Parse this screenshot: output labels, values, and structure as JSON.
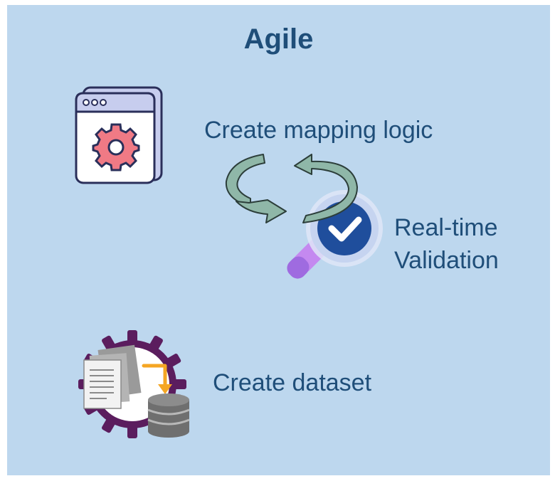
{
  "title": "Agile",
  "steps": {
    "mapping": "Create mapping logic",
    "validation_line1": "Real-time",
    "validation_line2": "Validation",
    "dataset": "Create dataset"
  },
  "colors": {
    "background": "#bdd7ee",
    "text": "#1f4e79",
    "cycle_arrows": "#8fb7a8",
    "gear": "#f07a85",
    "check_circle": "#1f4e9c",
    "magnifier_handle": "#c489f0",
    "dataset_cog": "#5b1d5e",
    "dataset_arrow": "#f5a623"
  },
  "icons": {
    "window": "browser-settings-icon",
    "cycle": "refresh-cycle-icon",
    "validation": "magnifier-check-icon",
    "dataset": "dataset-cog-icon"
  }
}
